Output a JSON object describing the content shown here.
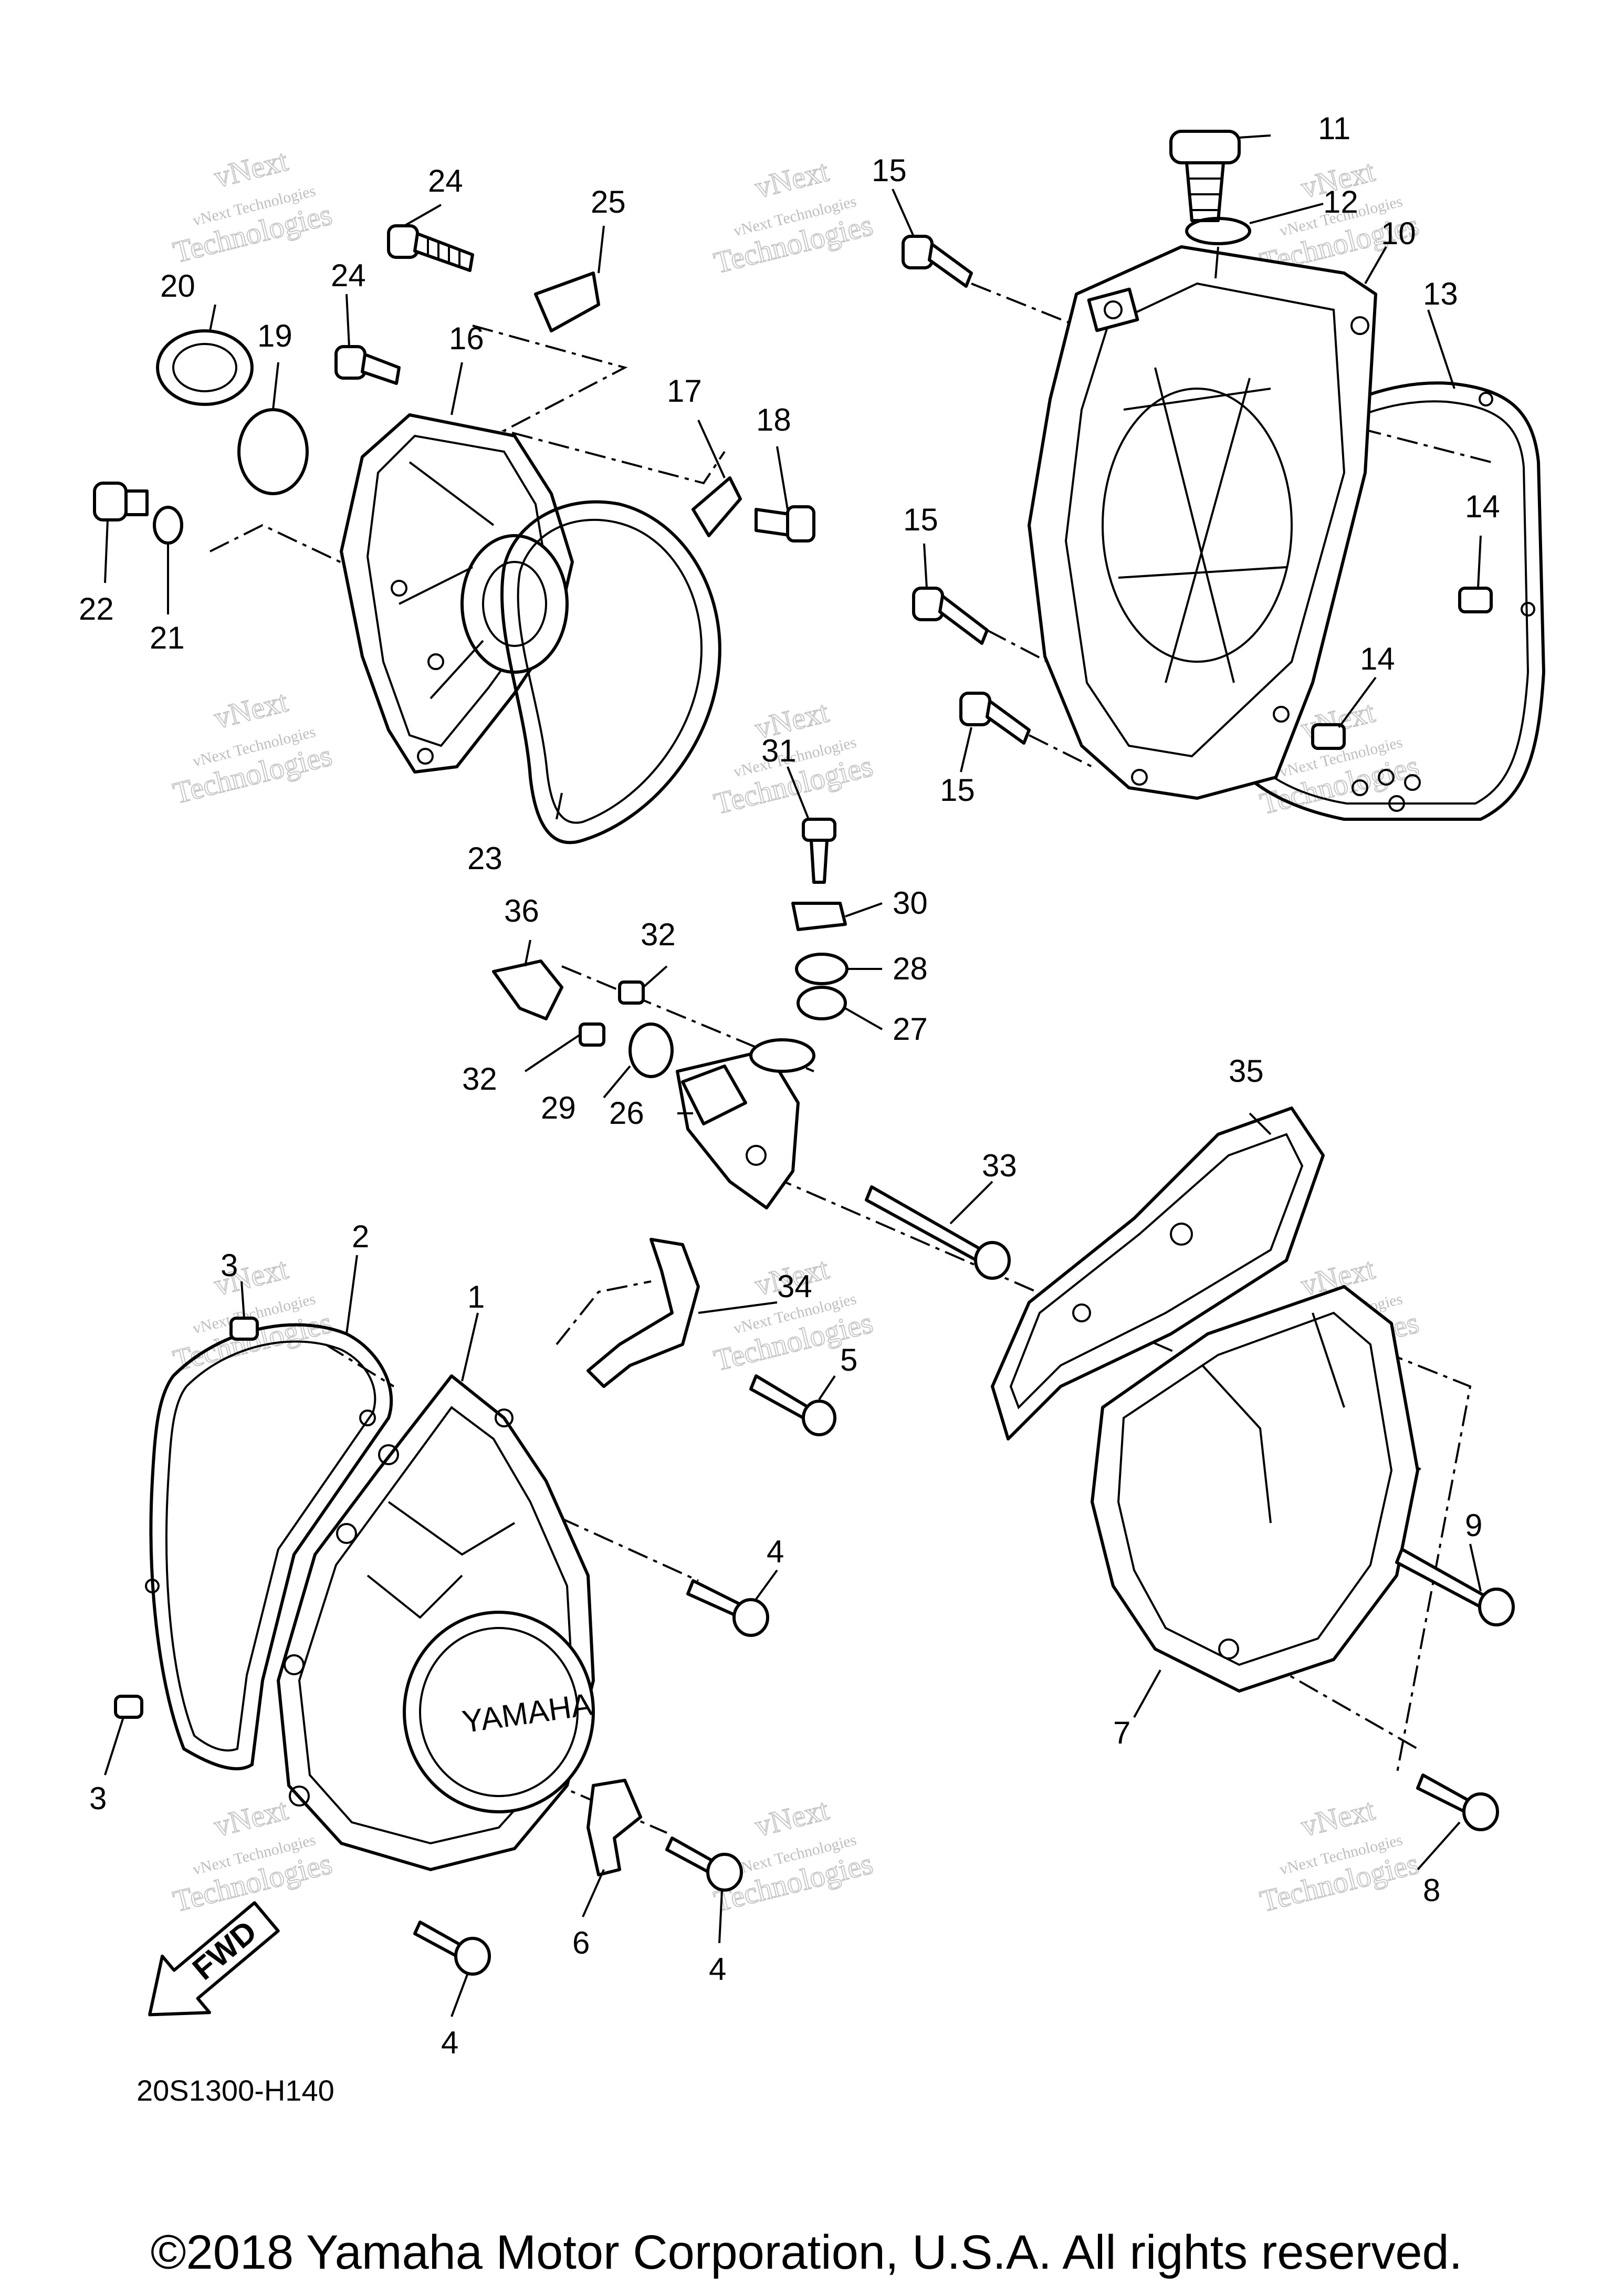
{
  "diagram": {
    "part_code": "20S1300-H140",
    "copyright": "©2018 Yamaha Motor Corporation, U.S.A. All rights reserved.",
    "cover_logo": "YAMAHA",
    "fwd_arrow": "FWD",
    "watermark": {
      "line1": "vNext Technologies",
      "line2": "vNext",
      "line3": "Technologies"
    },
    "callouts": [
      "1",
      "2",
      "3",
      "3",
      "4",
      "4",
      "4",
      "4",
      "5",
      "6",
      "7",
      "8",
      "9",
      "10",
      "11",
      "12",
      "13",
      "14",
      "14",
      "15",
      "15",
      "15",
      "16",
      "17",
      "18",
      "19",
      "20",
      "21",
      "22",
      "23",
      "24",
      "24",
      "25",
      "26",
      "27",
      "28",
      "29",
      "30",
      "31",
      "32",
      "32",
      "33",
      "34",
      "35",
      "36"
    ]
  }
}
